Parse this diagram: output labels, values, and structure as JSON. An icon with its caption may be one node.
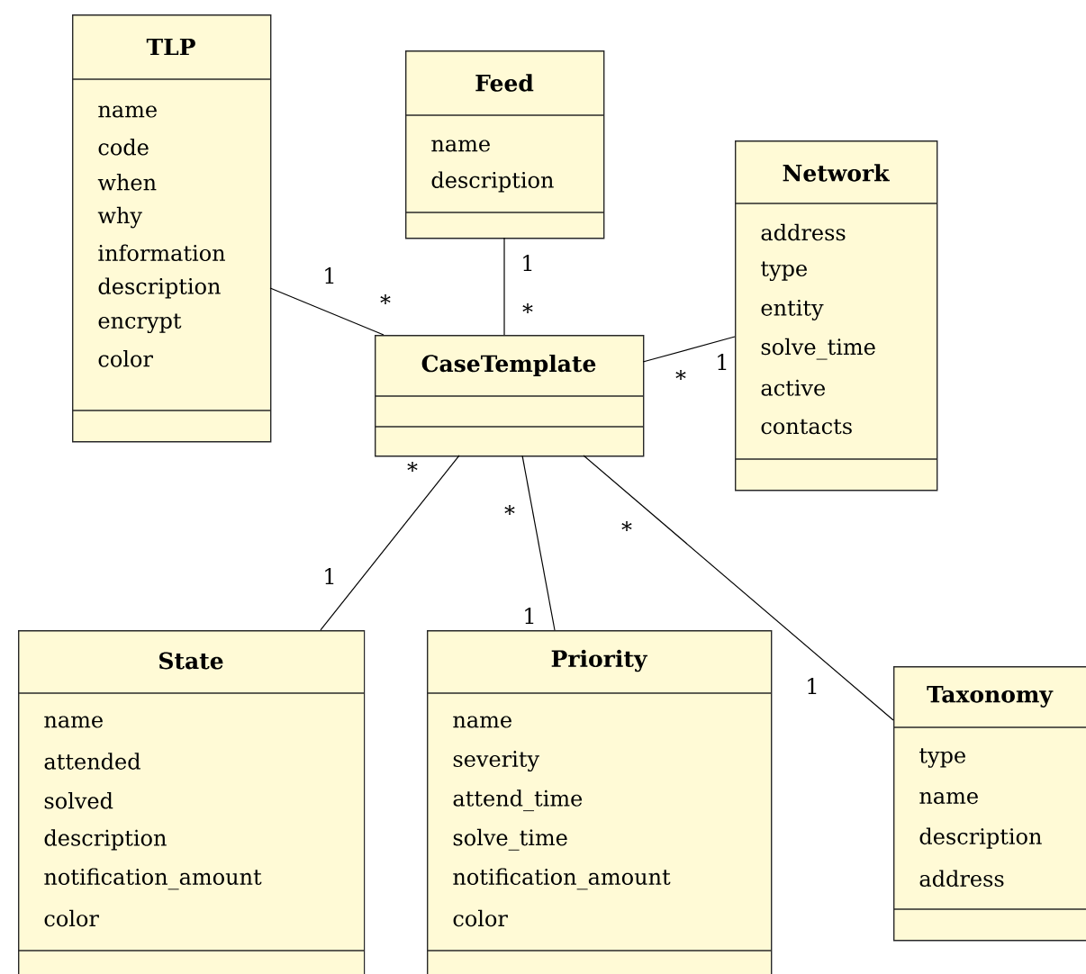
{
  "diagram": {
    "nodes": [
      {
        "text": [
          "TLP",
          "name",
          "code",
          "when",
          "why",
          "information",
          "description",
          "encrypt",
          "color"
        ]
      },
      {
        "text": [
          "Feed",
          "name",
          "description"
        ]
      },
      {
        "text": [
          "Network",
          "address",
          "type",
          "entity",
          "solve_time",
          "active",
          "contacts"
        ]
      },
      {
        "text": [
          "CaseTemplate"
        ]
      },
      {
        "text": [
          "State",
          "name",
          "attended",
          "solved",
          "description",
          "notification_amount",
          "color"
        ]
      },
      {
        "text": [
          "Priority",
          "name",
          "severity",
          "attend_time",
          "solve_time",
          "notification_amount",
          "color"
        ]
      },
      {
        "text": [
          "Taxonomy",
          "type",
          "name",
          "description",
          "address"
        ]
      }
    ],
    "edges": [
      {
        "from": 0,
        "to": 3,
        "arrow": "none"
      },
      {
        "from": 1,
        "to": 3,
        "arrow": "none"
      },
      {
        "from": 2,
        "to": 3,
        "arrow": "none"
      },
      {
        "from": 4,
        "to": 3,
        "arrow": "none"
      },
      {
        "from": 5,
        "to": 3,
        "arrow": "none"
      },
      {
        "from": 6,
        "to": 3,
        "arrow": "none"
      }
    ],
    "labels": [
      "1",
      "1",
      "*",
      "*",
      "1",
      "*",
      "*",
      "*",
      "*",
      "1",
      "1",
      "1"
    ]
  }
}
